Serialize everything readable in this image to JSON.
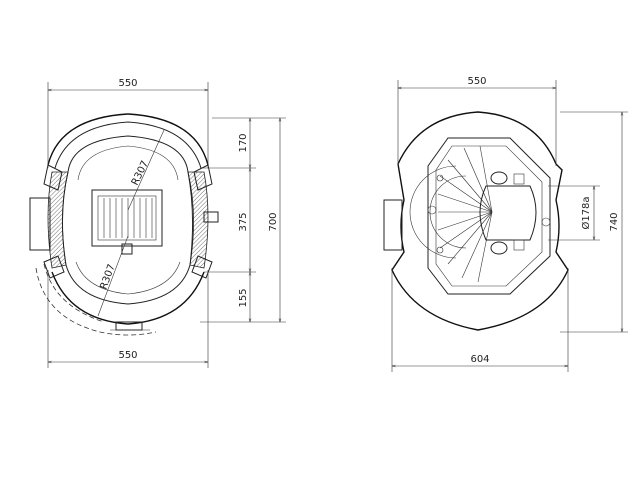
{
  "left_view": {
    "dim_top_width": "550",
    "dim_bottom_width": "550",
    "dim_upper": "170",
    "dim_middle": "375",
    "dim_lower": "155",
    "dim_total_height": "700",
    "radius_upper": "R307",
    "radius_lower": "R307"
  },
  "right_view": {
    "dim_top_width": "550",
    "dim_bottom_width": "604",
    "dim_pipe_diameter": "Ø178a",
    "dim_total_height": "740"
  }
}
